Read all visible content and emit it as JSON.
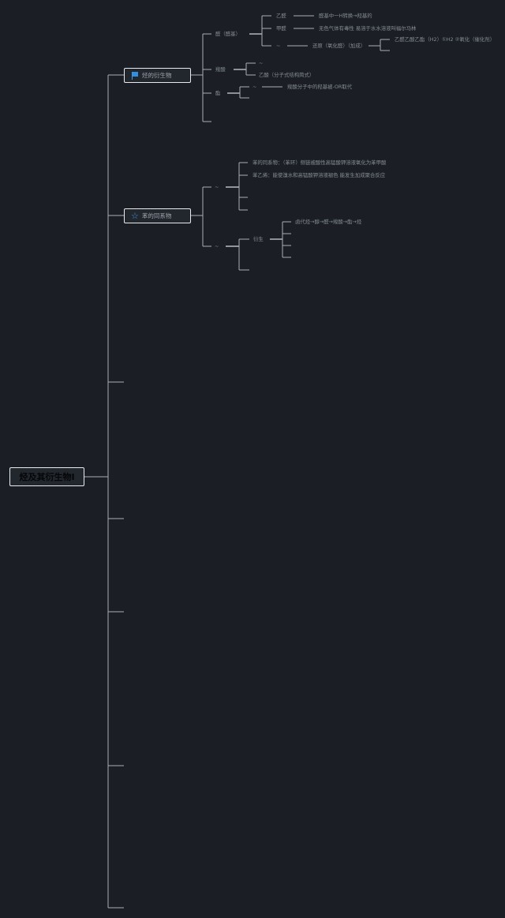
{
  "root": {
    "label": "烃及其衍生物I"
  },
  "branch1": {
    "label": "烃的衍生物",
    "icon": "flag-icon",
    "icon_color": "#2f8fe0",
    "children": [
      {
        "label": "醛（醛基）",
        "children": [
          {
            "label": "乙醛",
            "detail": "醛基中一H转换→羟基的"
          },
          {
            "label": "甲醛",
            "detail": "无色气体有毒性 易溶于水水溶液叫福尔马林"
          },
          {
            "label": "~",
            "detail": "还原（氧化醛）（加成）",
            "sub_detail": "乙醛乙酸乙酯（H2）①H2 ②氧化（催化剂）"
          }
        ]
      },
      {
        "label": "羧酸",
        "children": [
          {
            "label": "~"
          },
          {
            "label": "乙酸（分子式结构简式）"
          }
        ]
      },
      {
        "label": "酯",
        "children": [
          {
            "label": "~",
            "detail": "羧酸分子中的羟基被-OR取代"
          }
        ]
      },
      {
        "label": ""
      }
    ]
  },
  "branch2": {
    "label": "苯的同系物",
    "icon": "star-icon",
    "icon_color": "#3d9ae8",
    "children": [
      {
        "label": "~",
        "children": [
          {
            "label": "苯的同系物：（苯环）侧链被酸性高锰酸钾溶液氧化为苯甲酸"
          },
          {
            "label": "苯乙烯：能使溴水和高锰酸钾溶液褪色 能发生加成聚合反应"
          },
          {
            "label": ""
          },
          {
            "label": ""
          }
        ]
      },
      {
        "label": "~",
        "children": [
          {
            "label": "衍生",
            "children": [
              {
                "label": "卤代烃→醇→醛→羧酸→酯→烃"
              },
              {
                "label": ""
              },
              {
                "label": ""
              },
              {
                "label": ""
              }
            ]
          }
        ]
      }
    ]
  },
  "empty_branches": 5,
  "colors": {
    "background": "#1b1f25",
    "line": "#a8adb5",
    "box_border": "#e8ebef",
    "accent": "#2f8fe0"
  }
}
